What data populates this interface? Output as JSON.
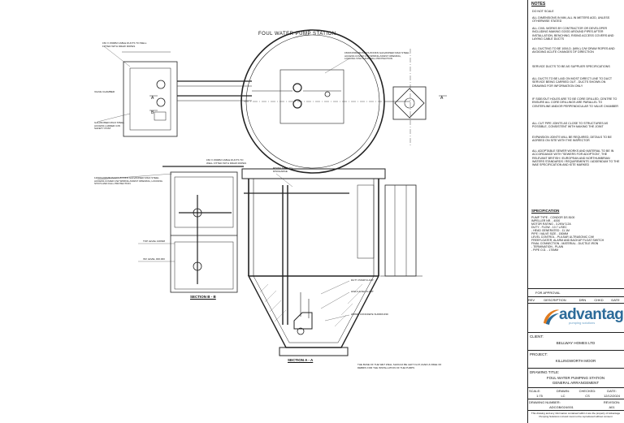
{
  "drawing_title": "FOUL WATER PUMP STATION",
  "notes": {
    "title": "NOTES",
    "items": [
      "DO NOT SCALE",
      "ALL DIMENSIONS IN mm, ALL IN METERS AOD, UNLESS OTHERWISE STATED",
      "ALL CIVIL WORKS BY CONTRACTOR OR DEVELOPER INCLUDING MAKING GOOD AROUND PIPES AFTER INSTALLATION, BENCHING, RISING ACCESS COVERS AND LAYING CABLE DUCTS",
      "ALL DUCTING TO BE 100/LD. (MIN.) C/W DRAW ROPES AND AVOIDING ACUTE CHANGES OF DIRECTION",
      "SERVICE DUCTS TO BE AS SUPPLIER SPECIFICATIONS",
      "ALL DUCTS TO BE LAID ON MOST DIRECT LINE TO DUCT SERVICE BEING CARRIED OUT - DUCTS SHOWN ON DRAWING FOR INFORMATION ONLY",
      "IF SIDE/OUT HOLES ARE TO BE CORE DRILLED, CENTRE TO ENSURE ALL CORE DRILLINGS ARE PARALLEL TO CENTERLINE AND/OR PERPENDICULAR TO VALVE CHAMBER",
      "ALL CUT PIPE JOINTS AS CLOSE TO STRUCTURES AS POSSIBLE, CONSISTENT WITH MAKING THE JOINT",
      "EXPANSION JOINTS WILL BE REQUIRED, DETAILS TO BE AGREED ON SITE WITH THE INSPECTOR",
      "ALL ADOPTABLE SEWER WORKS AND MATERIAL TO BE IN ACCORDANCE WITH \"SEWERS FOR ADOPTION\", THE RELEVANT BRITISH / EUROPEAN AND NORTHUMBRIAN WATERS STANDARDS / REQUIREMENTS / ADDENDUM TO THE WAE SPECIFICATION AND KITE MARKED"
    ]
  },
  "specification": {
    "title": "SPECIFICATION",
    "lines": [
      "PUMP TYPE - CONDOR DS 8100",
      "IMPELLER Nr. - 4000",
      "MOTOR RATING - 3.2kW 3.2A",
      "DUTY - FLOW - 10.7 L/sec",
      "          - HEAD GENERATED - 11.1M",
      "PIPE / VALVE SIZE - 150mm",
      "LEVEL CONTROL - PULSAR ULTRASONIC C/W",
      "FREEFLOATER, ALARM AND BACKUP FLOAT SWITCH",
      "FINAL CONNECTION - MATERIAL - DUCTILE IRON",
      "                   - TERMINATION - PLAIN",
      "                   - PIPE O.D. - 170mm"
    ]
  },
  "revision_table": {
    "headers": [
      "REV",
      "DESCRIPTION",
      "DRN",
      "CHKD",
      "DATE"
    ],
    "row_label": "FOR APPROVAL"
  },
  "logo": {
    "name": "advantage",
    "tagline": "pumping solutions"
  },
  "title_block": {
    "client_label": "CLIENT:",
    "client_value": "BELLWAY HOMES LTD",
    "project_label": "PROJECT:",
    "project_value": "KILLINGWORTH MOOR",
    "title_label": "DRAWING TITLE:",
    "title_line1": "FOUL WATER PUMPING STATION",
    "title_line2": "GENERAL ARRANGEMENT",
    "scale_label": "SCALE:",
    "scale_value": "1:75",
    "drawn_label": "DRAWN:",
    "drawn_value": "LC",
    "checked_label": "CHECKED:",
    "checked_value": "CS",
    "date_label": "DATE:",
    "date_value": "12/12/2024",
    "number_label": "DRAWING NUMBER:",
    "number_value": "ADCGB/024/001",
    "revision_label": "REVISION:",
    "revision_value": "A01",
    "footer": "This drawing and any information contained within it are the property of Advantage Pumping Solutions Ltd and must not be reproduced without consent"
  },
  "drawing_labels": {
    "section_aa": "SECTION A - A",
    "section_bb": "SECTION B - B",
    "valve_chamber": "VALVE CHAMBER",
    "tag_a": "A",
    "tag_b": "B",
    "ann_top_left": "150 x 150mm CABLE DUCTS TO WELL FITTED WITH DRAW ROPES",
    "ann_top_right": "1500x1500mm PASTA-B 63kN GALVANISED MILD STEEL ACCESS COVER C/W SPRING ASSIST OPENING, LOCKING STAYS AND FALL PROTECTION",
    "ann_galvanised": "GALVANISED MILD STEEL ACCESS LADDER C/W SAFETY POST",
    "ann_mid_left": "1200x1200mm PASTA-B 63kN GALVANISED MILD STEEL ACCESS COVER C/W SPRING ASSIST OPENING, LOCKING STAYS AND FALL PROTECTION",
    "ann_mid_right": "150 x 150mm CABLE DUCTS TO WELL FITTED WITH DRAW ROPES",
    "ann_rising_main": "RISING MAIN TO DISCHARGE",
    "ann_duty_float": "DUTY PUMP FLOAT",
    "ann_high_level": "HIGH LEVEL FLOAT",
    "ann_concrete": "200mm CONCRETE SURROUND",
    "ann_top_level": "TOP LEVEL 100mm",
    "ann_inv_level": "INV LEVEL 000.000",
    "ann_bottom": "THE BASE OF THE WET WELL SHOULD BE LEFT FLAT, EVEN & FREE OF DEBRIS FOR THE INSTALLATION OF THE PUMPS"
  }
}
